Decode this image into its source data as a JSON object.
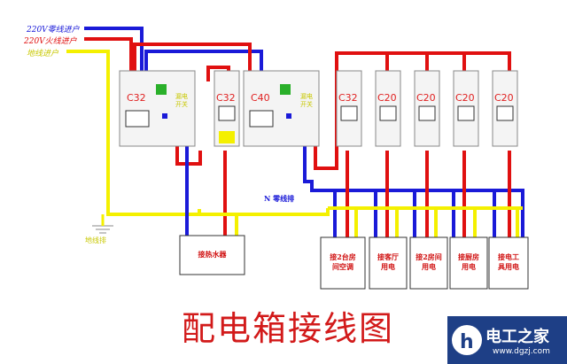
{
  "inputs": {
    "neutral_in": "220V零线进户",
    "live_in": "220V火线进户",
    "ground_in": "地线进户"
  },
  "breakers": [
    {
      "rating": "C32",
      "side_label": "漏电开关"
    },
    {
      "rating": "C32",
      "side_label": ""
    },
    {
      "rating": "C40",
      "side_label": "漏电开关"
    },
    {
      "rating": "C32",
      "side_label": ""
    },
    {
      "rating": "C20",
      "side_label": ""
    },
    {
      "rating": "C20",
      "side_label": ""
    },
    {
      "rating": "C20",
      "side_label": ""
    },
    {
      "rating": "C20",
      "side_label": ""
    }
  ],
  "neutral_bar_label": "N 零线排",
  "ground_bar_label": "地线排",
  "loads": [
    {
      "label_line1": "接热水器",
      "label_line2": ""
    },
    {
      "label_line1": "接2台房",
      "label_line2": "间空调"
    },
    {
      "label_line1": "接客厅",
      "label_line2": "用电"
    },
    {
      "label_line1": "接2房间",
      "label_line2": "用电"
    },
    {
      "label_line1": "接厨房",
      "label_line2": "用电"
    },
    {
      "label_line1": "接电工",
      "label_line2": "具用电"
    }
  ],
  "title": "配电箱接线图",
  "watermark": {
    "name": "电工之家",
    "url": "www.dgzj.com"
  },
  "colors": {
    "neutral": "#1a1ad8",
    "live": "#e01010",
    "ground": "#f4f000",
    "title": "#d21a1a",
    "watermark_bg": "#1e3f86"
  }
}
